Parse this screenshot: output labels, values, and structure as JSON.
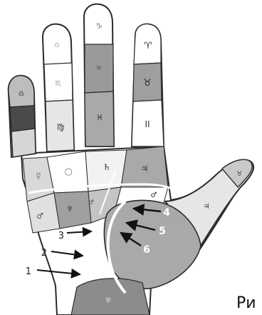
{
  "caption": "Ри",
  "colors": {
    "outline": "#2b2b2b",
    "white": "#ffffff",
    "light": "#e6e6e6",
    "mid": "#c9c9c9",
    "gray": "#a9a9a9",
    "dark": "#7c7c7c",
    "darkest": "#4a4a4a",
    "label_white": "#ffffff",
    "label_dark": "#222222"
  },
  "finger_signs": {
    "index_tip": "♈",
    "index_mid": "♉",
    "index_base": "II",
    "middle_tip": "♑",
    "middle_mid": "≡",
    "middle_base": "♓",
    "ring_tip": "♎",
    "ring_mid": "♏",
    "ring_base": "♍",
    "pinky_tip": "♎",
    "thumb_tip": "♉",
    "thumb_base": "♃"
  },
  "palm_signs": {
    "jupiter_mount": "♃",
    "saturn_mount": "♄",
    "sun_mount": "○",
    "mercury_mount": "☿",
    "mars_upper": "♂",
    "moon_mount": "♆",
    "mars_lower": "♂",
    "mars_plain": "♂",
    "venus_base": "♅"
  },
  "line_labels": [
    "1",
    "2",
    "3",
    "4",
    "5",
    "6"
  ]
}
